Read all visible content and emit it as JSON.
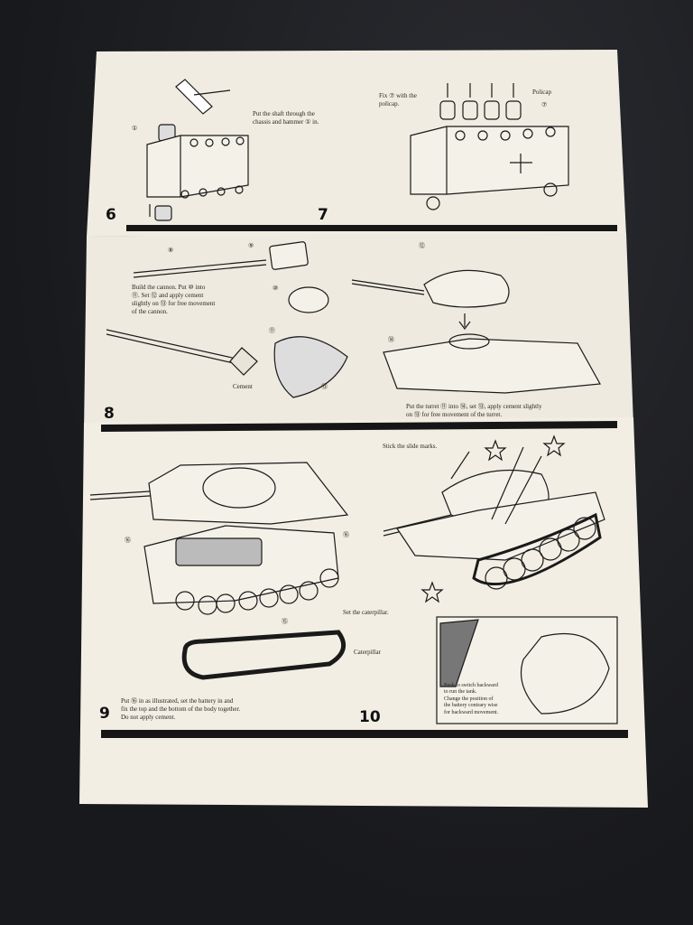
{
  "colors": {
    "paper": "#f0ece1",
    "ink": "#1a1a1a",
    "desk": "#1c1d21"
  },
  "steps": {
    "step6": {
      "number": "6",
      "text": "Put the shaft through the\nchassis and hammer ① in.",
      "callout": "①"
    },
    "step7": {
      "number": "7",
      "text": "Fix ⑦ with the\npolicap.",
      "policap_label": "Policap",
      "callout": "⑦"
    },
    "step8": {
      "number": "8",
      "text_a": "Build the cannon.  Put ⑩ into\n⑪. Set ⑫ and apply cement\nslightly on ⑬ for free movement\nof the cannon.",
      "cement_label": "Cement",
      "text_b": "Put the turret ⑪ into ⑭, set ⑬, apply cement slightly\non ⑬ for free movement of the turret.",
      "callouts": [
        "⑧",
        "⑨",
        "⑩",
        "⑪",
        "⑫",
        "⑬",
        "⑭"
      ]
    },
    "step9": {
      "number": "9",
      "text": "Put ⑯ in as illustrated, set the battery in and\nfix the top and the bottom of the body together.\nDo not apply cement.",
      "caterpillar_set": "Set the caterpillar.",
      "caterpillar_label": "Caterpillar",
      "callouts": [
        "⑯",
        "⑯",
        "⑮"
      ]
    },
    "step10": {
      "number": "10",
      "text": "Stick the slide marks.",
      "switch_text": "Push to switch backward\nto run the tank.\nChange the position of\nthe battery contrary wise\nfor backward movement."
    }
  }
}
